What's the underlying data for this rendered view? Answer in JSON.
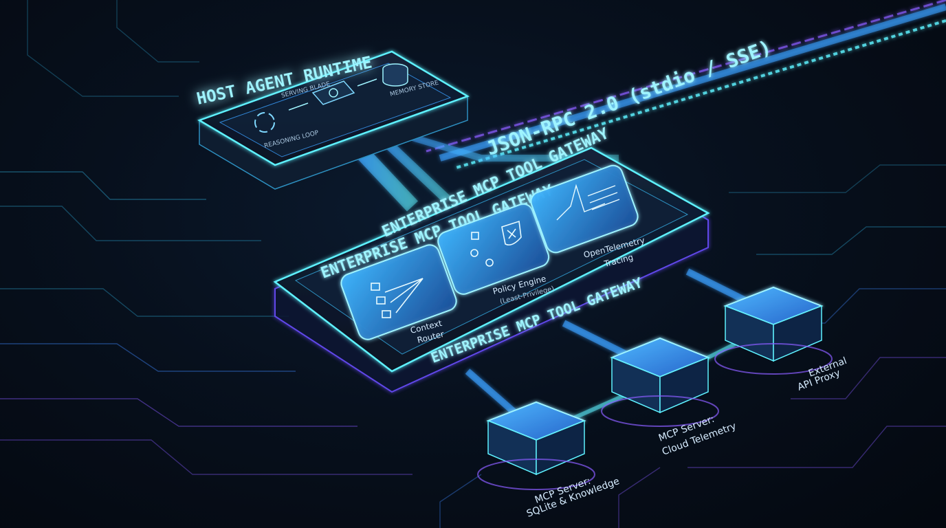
{
  "host": {
    "title": "HOST AGENT RUNTIME",
    "components": {
      "reasoning_loop": "REASONING LOOP",
      "serving_blade": "SERVING BLADE",
      "memory_store": "MEMORY STORE"
    }
  },
  "protocol": {
    "label": "JSON-RPC 2.0 (stdio / SSE)"
  },
  "gateway": {
    "title_back": "ENTERPRISE MCP TOOL GATEWAY",
    "title_mid": "ENTERPRISE MCP TOOL GATEWAY",
    "title_front": "ENTERPRISE MCP TOOL GATEWAY",
    "modules": {
      "context_router": {
        "line1": "Context",
        "line2": "Router"
      },
      "policy_engine": {
        "line1": "Policy Engine",
        "line2": "(Least-Privilege)"
      },
      "telemetry": {
        "line1": "OpenTelemetry",
        "line2": "Tracing"
      }
    }
  },
  "servers": {
    "sqlite": {
      "line1": "MCP Server:",
      "line2": "SQLite & Knowledge"
    },
    "cloud": {
      "line1": "MCP Server:",
      "line2": "Cloud Telemetry"
    },
    "external": {
      "line1": "External",
      "line2": "API Proxy"
    }
  },
  "colors": {
    "cyan": "#5ef2ff",
    "blue": "#3aa0ff",
    "purple": "#8a5cff",
    "background": "#060d18"
  }
}
